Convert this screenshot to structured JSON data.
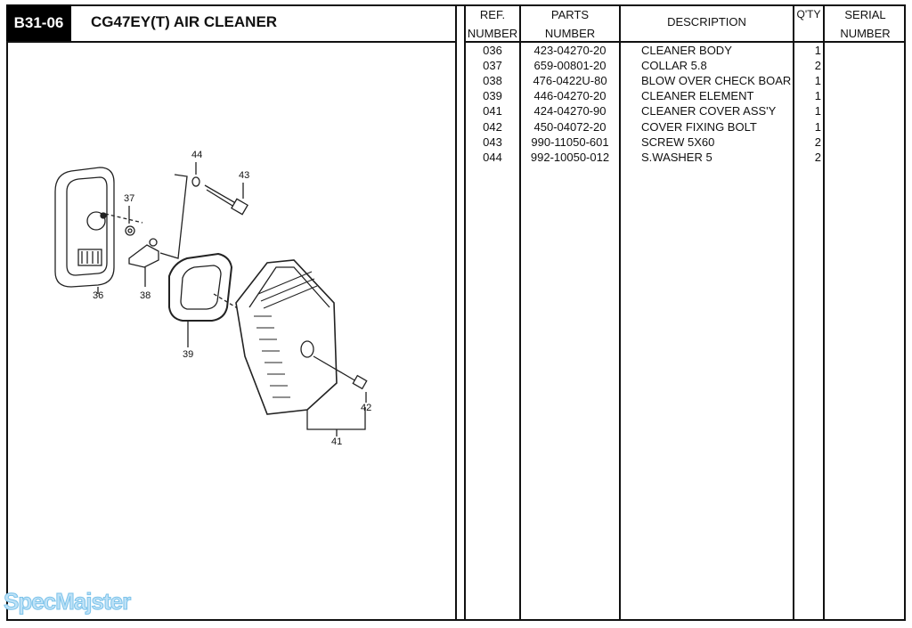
{
  "header": {
    "code": "B31-06",
    "title": "CG47EY(T)  AIR CLEANER"
  },
  "columns": {
    "ref": [
      "REF.",
      "NUMBER"
    ],
    "parts": [
      "PARTS",
      "NUMBER"
    ],
    "description": "DESCRIPTION",
    "qty": "Q'TY",
    "serial": [
      "SERIAL",
      "NUMBER"
    ]
  },
  "rows": [
    {
      "ref": "036",
      "part": "423-04270-20",
      "desc": "CLEANER BODY",
      "qty": "1"
    },
    {
      "ref": "037",
      "part": "659-00801-20",
      "desc": "COLLAR 5.8",
      "qty": "2"
    },
    {
      "ref": "038",
      "part": "476-0422U-80",
      "desc": "BLOW OVER CHECK BOAR",
      "qty": "1"
    },
    {
      "ref": "039",
      "part": "446-04270-20",
      "desc": "CLEANER ELEMENT",
      "qty": "1"
    },
    {
      "ref": "041",
      "part": "424-04270-90",
      "desc": "CLEANER COVER ASS'Y",
      "qty": "1"
    },
    {
      "ref": "042",
      "part": "450-04072-20",
      "desc": "COVER FIXING BOLT",
      "qty": "1"
    },
    {
      "ref": "043",
      "part": "990-11050-601",
      "desc": "SCREW 5X60",
      "qty": "2"
    },
    {
      "ref": "044",
      "part": "992-10050-012",
      "desc": "S.WASHER 5",
      "qty": "2"
    }
  ],
  "diagram": {
    "callouts": [
      "44",
      "43",
      "37",
      "36",
      "38",
      "39",
      "41",
      "42"
    ]
  },
  "watermark": "SpecMajster"
}
